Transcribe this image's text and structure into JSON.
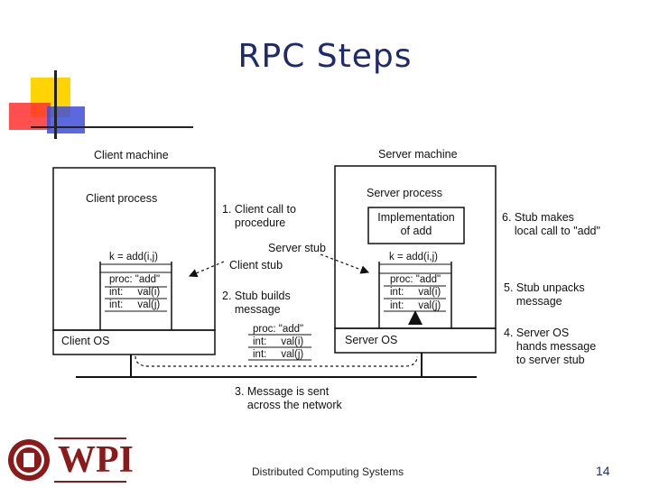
{
  "slide": {
    "title": "RPC Steps",
    "footer": "Distributed Computing Systems",
    "page_number": "14"
  },
  "diagram": {
    "client_machine": "Client machine",
    "server_machine": "Server machine",
    "client_process": "Client process",
    "server_process": "Server process",
    "implementation": "Implementation\nof add",
    "client_call": "k = add(i,j)",
    "server_call": "k = add(i,j)",
    "client_proc_label": "proc: \"add\"",
    "client_int_1": "int:     val(i)",
    "client_int_2": "int:     val(j)",
    "net_proc_label": "proc: \"add\"",
    "net_int_1": "int:     val(i)",
    "net_int_2": "int:     val(j)",
    "server_proc_label": "proc: \"add\"",
    "server_int_1": "int:     val(i)",
    "server_int_2": "int:     val(j)",
    "client_os": "Client OS",
    "server_os": "Server OS",
    "client_stub": "Client stub",
    "server_stub": "Server stub",
    "step1": "1. Client call to\n    procedure",
    "step2": "2. Stub builds\n    message",
    "step3": "3. Message is sent\n    across the network",
    "step4": "4. Server OS\n    hands message\n    to server stub",
    "step5": "5. Stub unpacks\n    message",
    "step6": "6. Stub makes\n    local call to \"add\""
  },
  "logo": {
    "text": "WPI",
    "seal": "seal-icon",
    "colors": {
      "maroon": "#8b1a1a",
      "title_blue": "#1f2a6b"
    }
  }
}
